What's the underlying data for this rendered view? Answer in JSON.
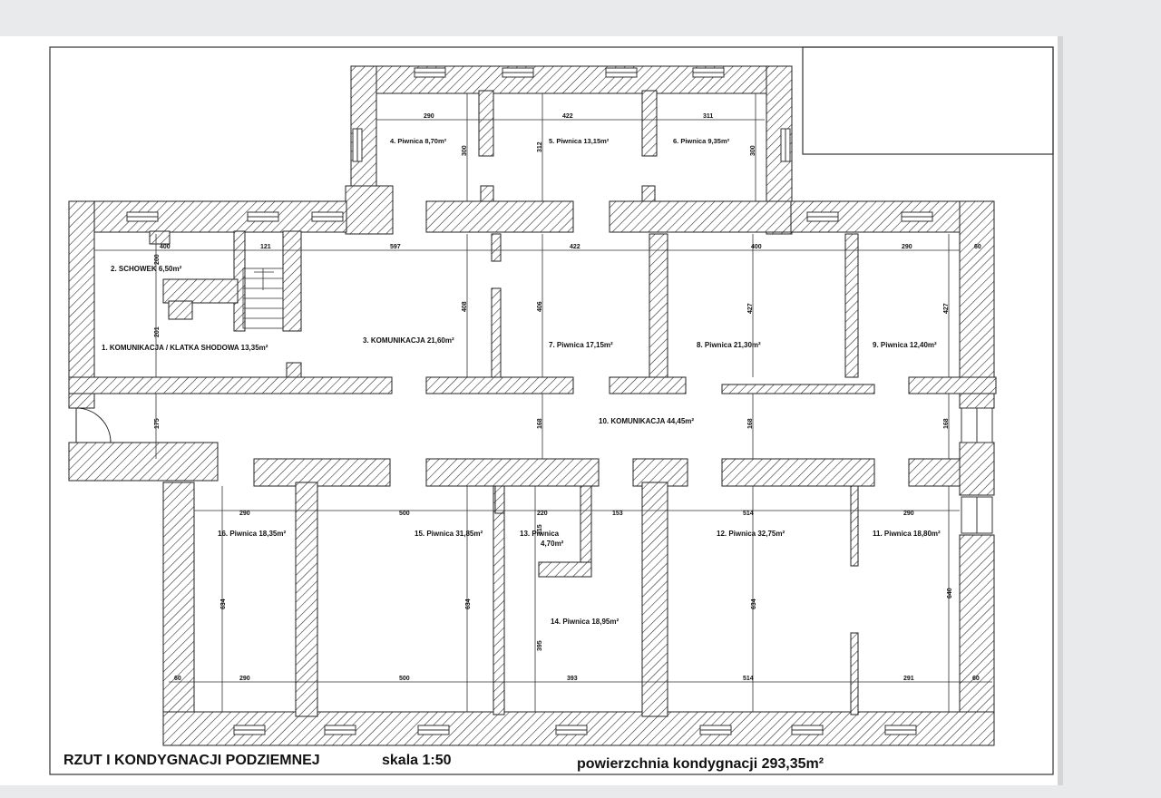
{
  "caption": {
    "title": "RZUT I KONDYGNACJI PODZIEMNEJ",
    "scale": "skala  1:50",
    "area": "powierzchnia kondygnacji  293,35m²"
  },
  "rooms": [
    "1. KOMUNIKACJA / KLATKA SHODOWA   13,35m²",
    "2. SCHOWEK  6,50m²",
    "3. KOMUNIKACJA  21,60m²",
    "4. Piwnica   8,70m²",
    "5. Piwnica   13,15m²",
    "6. Piwnica   9,35m²",
    "7. Piwnica   17,15m²",
    "8. Piwnica   21,30m²",
    "9. Piwnica   12,40m²",
    "10. KOMUNIKACJA   44,45m²",
    "11. Piwnica  18,80m²",
    "12. Piwnica  32,75m²",
    "13. Piwnica",
    "4,70m²",
    "14. Piwnica  18,95m²",
    "15. Piwnica  31,85m²",
    "16. Piwnica  18,35m²"
  ],
  "dimensions": [
    "290",
    "422",
    "311",
    "300",
    "312",
    "300",
    "400",
    "121",
    "597",
    "422",
    "400",
    "290",
    "60",
    "200",
    "201",
    "408",
    "406",
    "427",
    "427",
    "175",
    "168",
    "168",
    "168",
    "290",
    "500",
    "220",
    "153",
    "514",
    "290",
    "315",
    "634",
    "634",
    "634",
    "640",
    "395",
    "60",
    "290",
    "500",
    "393",
    "514",
    "291",
    "60"
  ]
}
